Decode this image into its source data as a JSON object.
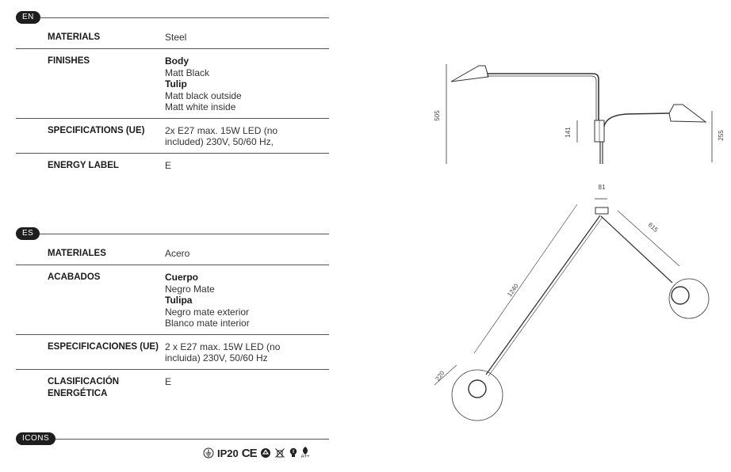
{
  "sections": [
    {
      "badge": "EN",
      "rows": [
        {
          "label": "MATERIALS",
          "values": [
            {
              "t": "Steel"
            }
          ]
        },
        {
          "label": "FINISHES",
          "values": [
            {
              "t": "Body",
              "b": true
            },
            {
              "t": "Matt Black"
            },
            {
              "t": "Tulip",
              "b": true
            },
            {
              "t": "Matt black outside"
            },
            {
              "t": "Matt white inside"
            }
          ]
        },
        {
          "label": "SPECIFICATIONS (UE)",
          "values": [
            {
              "t": "2x E27 max. 15W LED (no"
            },
            {
              "t": "included) 230V, 50/60 Hz,"
            }
          ]
        },
        {
          "label": "ENERGY LABEL",
          "values": [
            {
              "t": "E"
            }
          ]
        }
      ]
    },
    {
      "badge": "ES",
      "rows": [
        {
          "label": "MATERIALES",
          "values": [
            {
              "t": "Acero"
            }
          ]
        },
        {
          "label": "ACABADOS",
          "values": [
            {
              "t": "Cuerpo",
              "b": true
            },
            {
              "t": "Negro Mate"
            },
            {
              "t": "Tulipa",
              "b": true
            },
            {
              "t": "Negro mate exterior"
            },
            {
              "t": "Blanco mate interior"
            }
          ]
        },
        {
          "label": "ESPECIFICACIONES (UE)",
          "values": [
            {
              "t": "2 x E27 max. 15W LED (no"
            },
            {
              "t": "incluida) 230V, 50/60 Hz"
            }
          ]
        },
        {
          "label": "CLASIFICACIÓN ENERGÉTICA",
          "values": [
            {
              "t": "E"
            }
          ]
        }
      ]
    }
  ],
  "icons": {
    "badge": "ICONS",
    "ip_rating": "IP20",
    "ce": "CE",
    "energy_class": "A++",
    "symbols": [
      "earth-ground-icon",
      "ce-mark-icon",
      "recycle-icon",
      "weee-bin-icon",
      "led-bulb-icon",
      "energy-leaf-icon"
    ]
  },
  "dimensions": {
    "side_height": "505",
    "side_canopy": "141",
    "side_arm_height": "255",
    "top_canopy": "81",
    "top_long_arm": "1240",
    "top_short_arm": "615",
    "top_globe": "220"
  }
}
